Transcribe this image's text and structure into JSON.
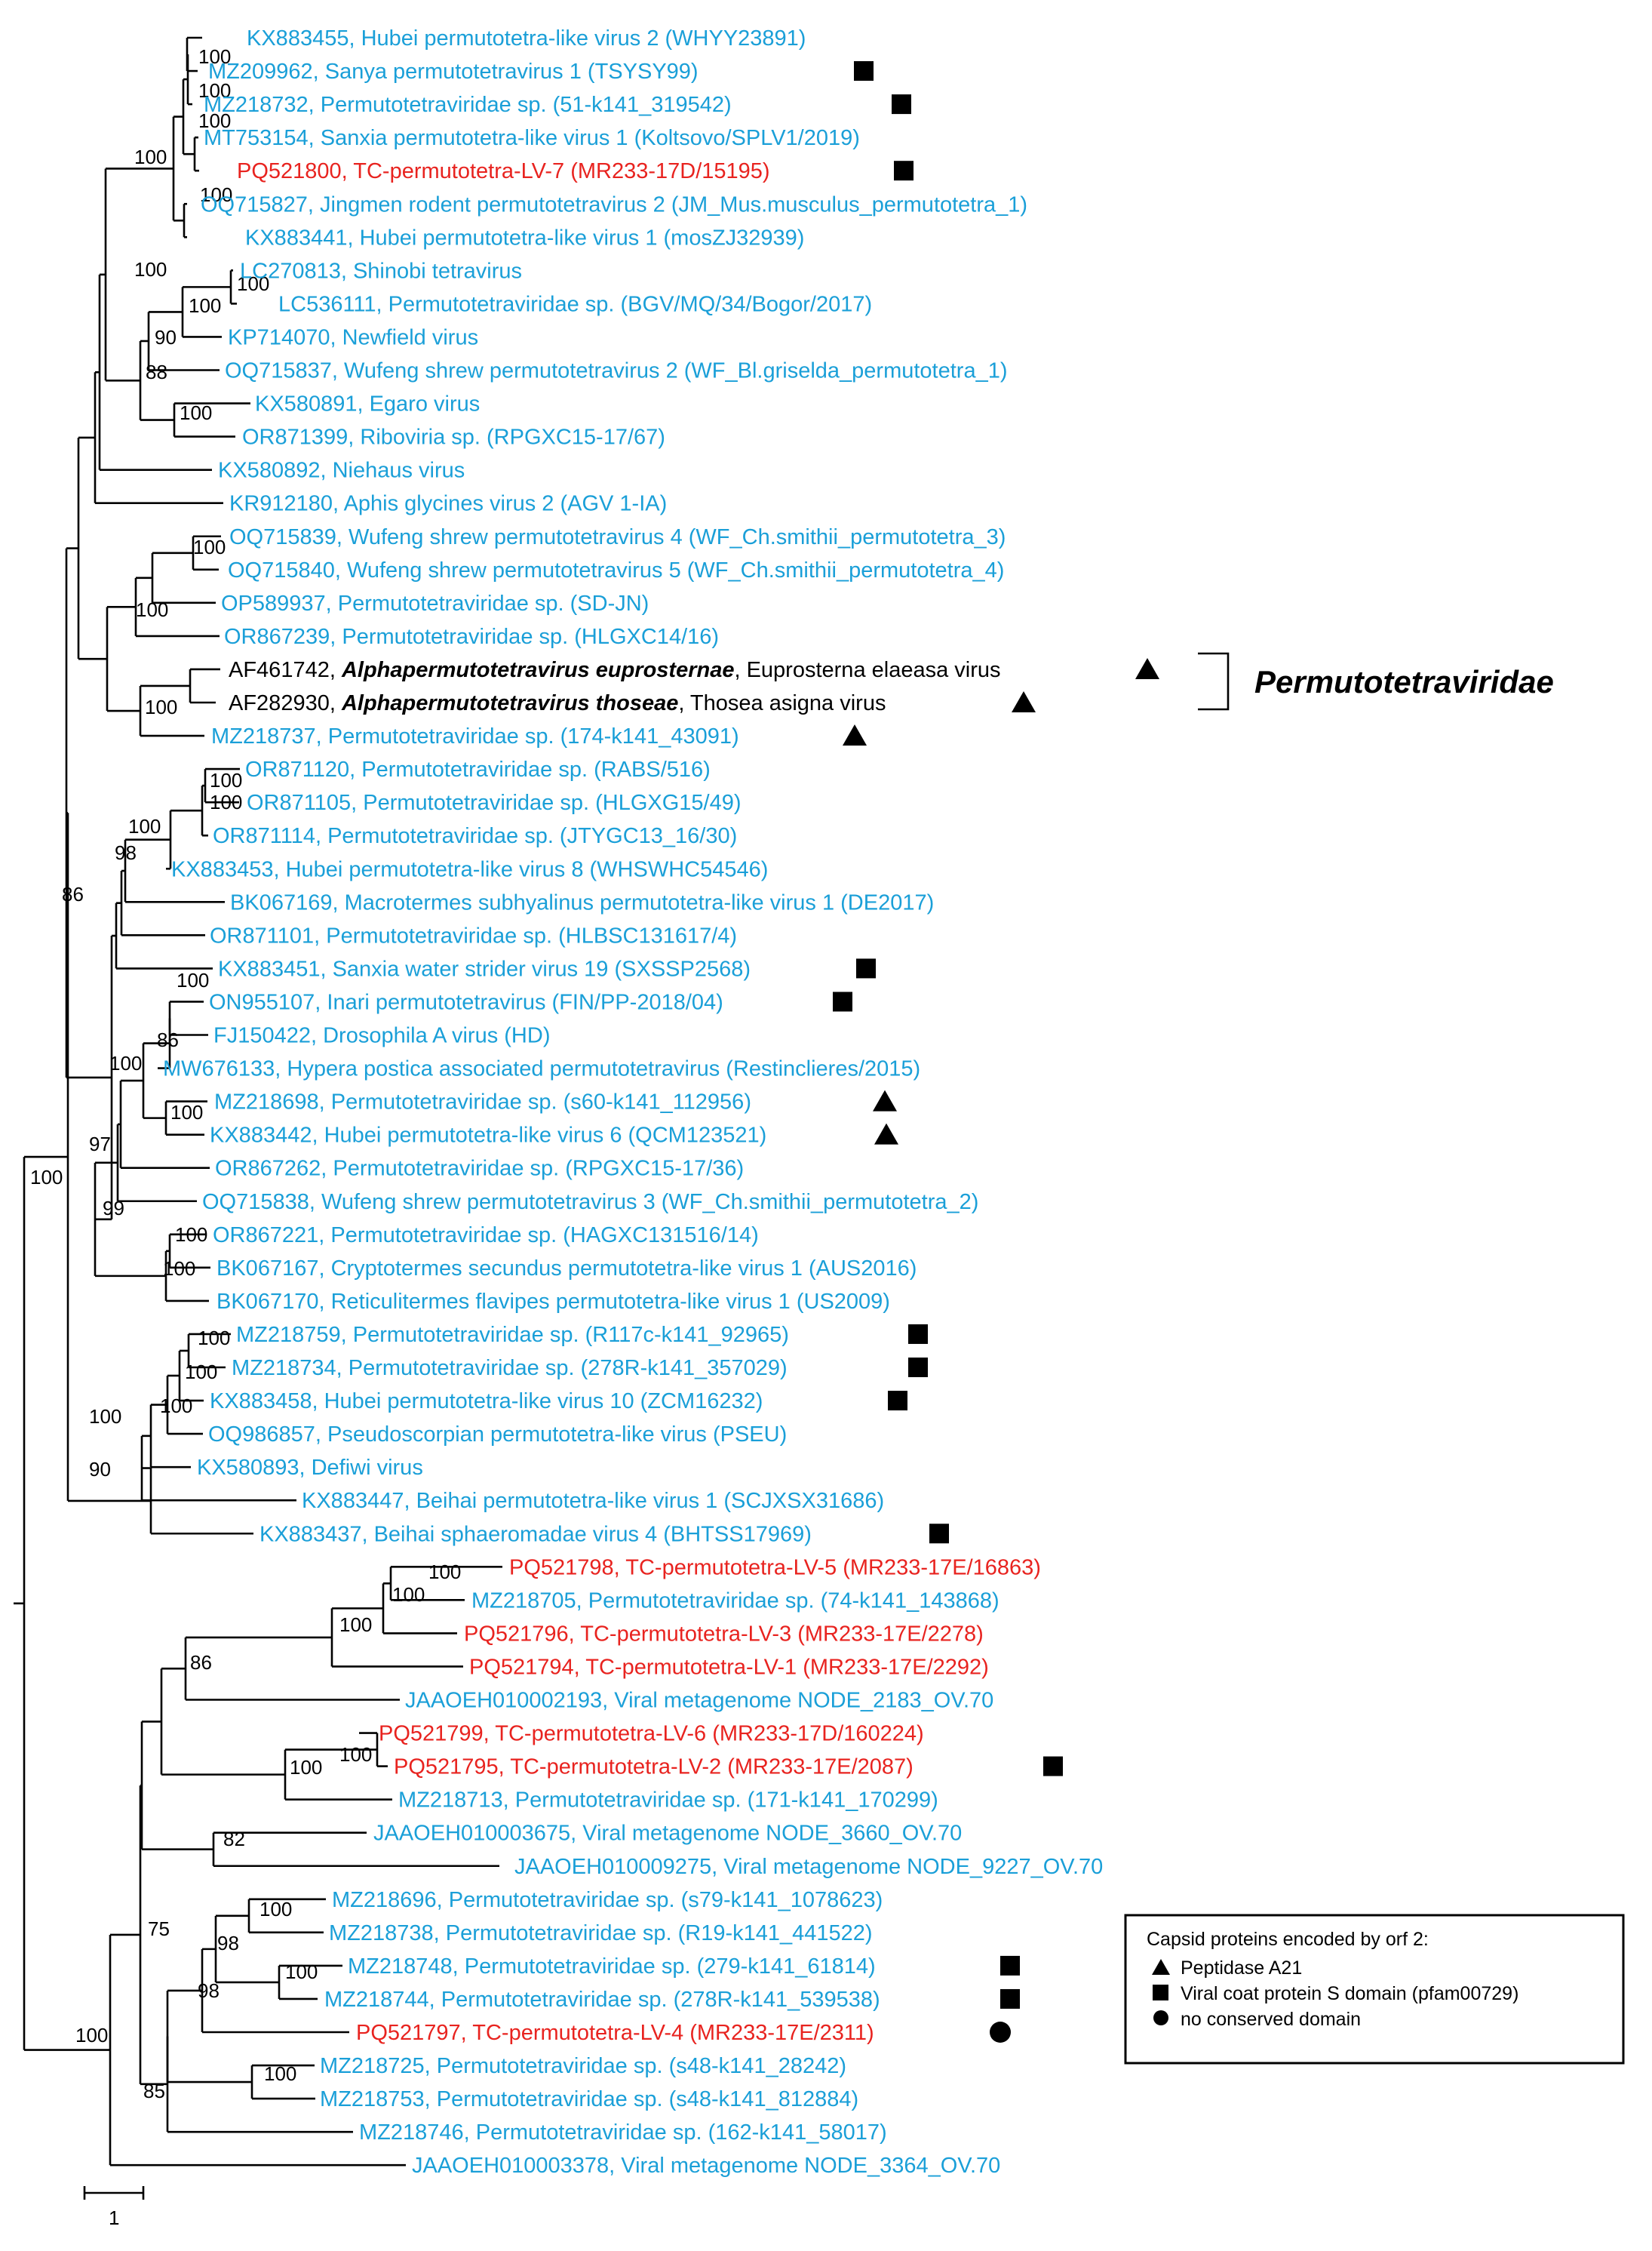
{
  "colors": {
    "database": "#1a9fd8",
    "this_study": "#e8231f",
    "reference": "#000000"
  },
  "family_label": "Permutotetraviridae",
  "scale_label": "1",
  "legend": {
    "title": "Capsid proteins encoded by orf 2:",
    "items": [
      {
        "icon": "triangle-icon",
        "label": "Peptidase A21"
      },
      {
        "icon": "square-icon",
        "label": "Viral coat protein S domain (pfam00729)"
      },
      {
        "icon": "circle-icon",
        "label": "no conserved domain"
      }
    ]
  },
  "leaves": [
    {
      "text": "KX883455, Hubei permutotetra-like virus 2 (WHYY23891)",
      "group": "database",
      "marker": ""
    },
    {
      "text": "MZ209962, Sanya permutotetravirus 1 (TSYSY99)",
      "group": "database",
      "marker": "square"
    },
    {
      "text": "MZ218732, Permutotetraviridae sp. (51-k141_319542)",
      "group": "database",
      "marker": "square"
    },
    {
      "text": "MT753154, Sanxia permutotetra-like virus 1 (Koltsovo/SPLV1/2019)",
      "group": "database",
      "marker": ""
    },
    {
      "text": "PQ521800, TC-permutotetra-LV-7 (MR233-17D/15195)",
      "group": "this_study",
      "marker": "square"
    },
    {
      "text": "OQ715827, Jingmen rodent permutotetravirus 2 (JM_Mus.musculus_permutotetra_1)",
      "group": "database",
      "marker": ""
    },
    {
      "text": "KX883441, Hubei permutotetra-like virus 1 (mosZJ32939)",
      "group": "database",
      "marker": ""
    },
    {
      "text": "LC270813, Shinobi tetravirus",
      "group": "database",
      "marker": ""
    },
    {
      "text": "LC536111, Permutotetraviridae sp. (BGV/MQ/34/Bogor/2017)",
      "group": "database",
      "marker": ""
    },
    {
      "text": "KP714070, Newfield virus",
      "group": "database",
      "marker": ""
    },
    {
      "text": "OQ715837, Wufeng shrew permutotetravirus 2 (WF_Bl.griselda_permutotetra_1)",
      "group": "database",
      "marker": ""
    },
    {
      "text": "KX580891, Egaro virus",
      "group": "database",
      "marker": ""
    },
    {
      "text": "OR871399, Riboviria sp. (RPGXC15-17/67)",
      "group": "database",
      "marker": ""
    },
    {
      "text": "KX580892, Niehaus virus",
      "group": "database",
      "marker": ""
    },
    {
      "text": "KR912180, Aphis glycines virus 2 (AGV 1-IA)",
      "group": "database",
      "marker": ""
    },
    {
      "text": "OQ715839, Wufeng shrew permutotetravirus 4 (WF_Ch.smithii_permutotetra_3)",
      "group": "database",
      "marker": ""
    },
    {
      "text": "OQ715840, Wufeng shrew permutotetravirus 5 (WF_Ch.smithii_permutotetra_4)",
      "group": "database",
      "marker": ""
    },
    {
      "text": "OP589937, Permutotetraviridae sp. (SD-JN)",
      "group": "database",
      "marker": ""
    },
    {
      "text": "OR867239, Permutotetraviridae sp. (HLGXC14/16)",
      "group": "database",
      "marker": ""
    },
    {
      "acc": "AF461742, ",
      "species": "Alphapermutotetravirus euprosternae",
      "rest": ", Euprosterna elaeasa virus",
      "group": "reference",
      "marker": "triangle"
    },
    {
      "acc": "AF282930, ",
      "species": "Alphapermutotetravirus thoseae",
      "rest": ", Thosea asigna virus",
      "group": "reference",
      "marker": "triangle"
    },
    {
      "text": "MZ218737, Permutotetraviridae sp. (174-k141_43091)",
      "group": "database",
      "marker": "triangle"
    },
    {
      "text": "OR871120, Permutotetraviridae sp. (RABS/516)",
      "group": "database",
      "marker": ""
    },
    {
      "text": "OR871105, Permutotetraviridae sp. (HLGXG15/49)",
      "group": "database",
      "marker": ""
    },
    {
      "text": "OR871114, Permutotetraviridae sp. (JTYGC13_16/30)",
      "group": "database",
      "marker": ""
    },
    {
      "text": "KX883453, Hubei permutotetra-like virus 8 (WHSWHC54546)",
      "group": "database",
      "marker": ""
    },
    {
      "text": "BK067169, Macrotermes subhyalinus permutotetra-like virus 1 (DE2017)",
      "group": "database",
      "marker": ""
    },
    {
      "text": "OR871101, Permutotetraviridae sp. (HLBSC131617/4)",
      "group": "database",
      "marker": ""
    },
    {
      "text": "KX883451, Sanxia water strider virus 19 (SXSSP2568)",
      "group": "database",
      "marker": "square"
    },
    {
      "text": "ON955107, Inari permutotetravirus (FIN/PP-2018/04)",
      "group": "database",
      "marker": "square"
    },
    {
      "text": "FJ150422, Drosophila A virus (HD)",
      "group": "database",
      "marker": ""
    },
    {
      "text": "MW676133, Hypera postica associated permutotetravirus (Restinclieres/2015)",
      "group": "database",
      "marker": ""
    },
    {
      "text": "MZ218698, Permutotetraviridae sp. (s60-k141_112956)",
      "group": "database",
      "marker": "triangle"
    },
    {
      "text": "KX883442, Hubei permutotetra-like virus 6 (QCM123521)",
      "group": "database",
      "marker": "triangle"
    },
    {
      "text": "OR867262, Permutotetraviridae sp. (RPGXC15-17/36)",
      "group": "database",
      "marker": ""
    },
    {
      "text": "OQ715838, Wufeng shrew permutotetravirus 3 (WF_Ch.smithii_permutotetra_2)",
      "group": "database",
      "marker": ""
    },
    {
      "text": "OR867221, Permutotetraviridae sp. (HAGXC131516/14)",
      "group": "database",
      "marker": ""
    },
    {
      "text": "BK067167, Cryptotermes secundus permutotetra-like virus 1 (AUS2016)",
      "group": "database",
      "marker": ""
    },
    {
      "text": "BK067170, Reticulitermes flavipes permutotetra-like virus 1 (US2009)",
      "group": "database",
      "marker": ""
    },
    {
      "text": "MZ218759, Permutotetraviridae sp. (R117c-k141_92965)",
      "group": "database",
      "marker": "square"
    },
    {
      "text": "MZ218734, Permutotetraviridae sp. (278R-k141_357029)",
      "group": "database",
      "marker": "square"
    },
    {
      "text": "KX883458, Hubei permutotetra-like virus 10 (ZCM16232)",
      "group": "database",
      "marker": "square"
    },
    {
      "text": "OQ986857, Pseudoscorpian permutotetra-like virus (PSEU)",
      "group": "database",
      "marker": ""
    },
    {
      "text": "KX580893, Defiwi virus",
      "group": "database",
      "marker": ""
    },
    {
      "text": "KX883447, Beihai permutotetra-like virus 1 (SCJXSX31686)",
      "group": "database",
      "marker": ""
    },
    {
      "text": "KX883437, Beihai sphaeromadae virus 4 (BHTSS17969)",
      "group": "database",
      "marker": "square"
    },
    {
      "text": "PQ521798, TC-permutotetra-LV-5 (MR233-17E/16863)",
      "group": "this_study",
      "marker": ""
    },
    {
      "text": "MZ218705, Permutotetraviridae sp. (74-k141_143868)",
      "group": "database",
      "marker": ""
    },
    {
      "text": "PQ521796, TC-permutotetra-LV-3 (MR233-17E/2278)",
      "group": "this_study",
      "marker": ""
    },
    {
      "text": "PQ521794, TC-permutotetra-LV-1 (MR233-17E/2292)",
      "group": "this_study",
      "marker": ""
    },
    {
      "text": "JAAOEH010002193, Viral metagenome NODE_2183_OV.70",
      "group": "database",
      "marker": ""
    },
    {
      "text": "PQ521799, TC-permutotetra-LV-6 (MR233-17D/160224)",
      "group": "this_study",
      "marker": ""
    },
    {
      "text": "PQ521795, TC-permutotetra-LV-2 (MR233-17E/2087)",
      "group": "this_study",
      "marker": "square"
    },
    {
      "text": "MZ218713, Permutotetraviridae sp. (171-k141_170299)",
      "group": "database",
      "marker": ""
    },
    {
      "text": "JAAOEH010003675, Viral metagenome NODE_3660_OV.70",
      "group": "database",
      "marker": ""
    },
    {
      "text": "JAAOEH010009275, Viral metagenome NODE_9227_OV.70",
      "group": "database",
      "marker": ""
    },
    {
      "text": "MZ218696, Permutotetraviridae sp. (s79-k141_1078623)",
      "group": "database",
      "marker": ""
    },
    {
      "text": "MZ218738, Permutotetraviridae sp. (R19-k141_441522)",
      "group": "database",
      "marker": ""
    },
    {
      "text": "MZ218748, Permutotetraviridae sp. (279-k141_61814)",
      "group": "database",
      "marker": "square"
    },
    {
      "text": "MZ218744, Permutotetraviridae sp. (278R-k141_539538)",
      "group": "database",
      "marker": "square"
    },
    {
      "text": "PQ521797, TC-permutotetra-LV-4 (MR233-17E/2311)",
      "group": "this_study",
      "marker": "circle"
    },
    {
      "text": "MZ218725, Permutotetraviridae sp. (s48-k141_28242)",
      "group": "database",
      "marker": ""
    },
    {
      "text": "MZ218753, Permutotetraviridae sp. (s48-k141_812884)",
      "group": "database",
      "marker": ""
    },
    {
      "text": "MZ218746, Permutotetraviridae sp. (162-k141_58017)",
      "group": "database",
      "marker": ""
    },
    {
      "text": "JAAOEH010003378, Viral metagenome NODE_3364_OV.70",
      "group": "database",
      "marker": ""
    }
  ],
  "support_values": [
    "100",
    "100",
    "100",
    "100",
    "100",
    "100",
    "100",
    "100",
    "90",
    "88",
    "100",
    "100",
    "100",
    "100",
    "100",
    "100",
    "100",
    "100",
    "98",
    "86",
    "100",
    "86",
    "100",
    "97",
    "99",
    "100",
    "100",
    "100",
    "100",
    "100",
    "100",
    "90",
    "100",
    "100",
    "100",
    "100",
    "86",
    "100",
    "100",
    "82",
    "75",
    "100",
    "98",
    "98",
    "100",
    "100",
    "85",
    "100"
  ]
}
